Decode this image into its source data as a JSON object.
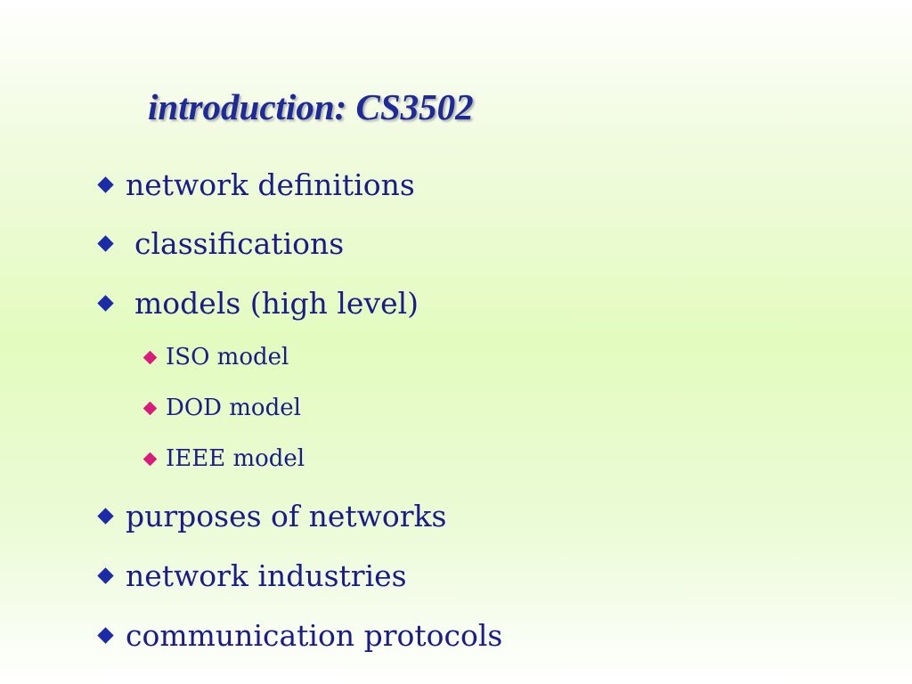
{
  "slide": {
    "title": "introduction: CS3502",
    "items": [
      {
        "text": "network definitions",
        "level": 1
      },
      {
        "text": " classifications",
        "level": 1
      },
      {
        "text": " models (high level)",
        "level": 1
      },
      {
        "text": "ISO model",
        "level": 2
      },
      {
        "text": "DOD model",
        "level": 2
      },
      {
        "text": "IEEE model",
        "level": 2
      },
      {
        "text": "purposes of networks",
        "level": 1
      },
      {
        "text": "network industries",
        "level": 1
      },
      {
        "text": "communication protocols",
        "level": 1
      }
    ],
    "colors": {
      "title": "#1e2a99",
      "text": "#1b1b8a",
      "bullet_level1": "#1c2ca8",
      "bullet_level2": "#d81b7c",
      "background": "#e3fbbf"
    },
    "icons": {
      "bullet_level1": "diamond-bullet-icon",
      "bullet_level2": "pink-diamond-bullet-icon"
    }
  }
}
